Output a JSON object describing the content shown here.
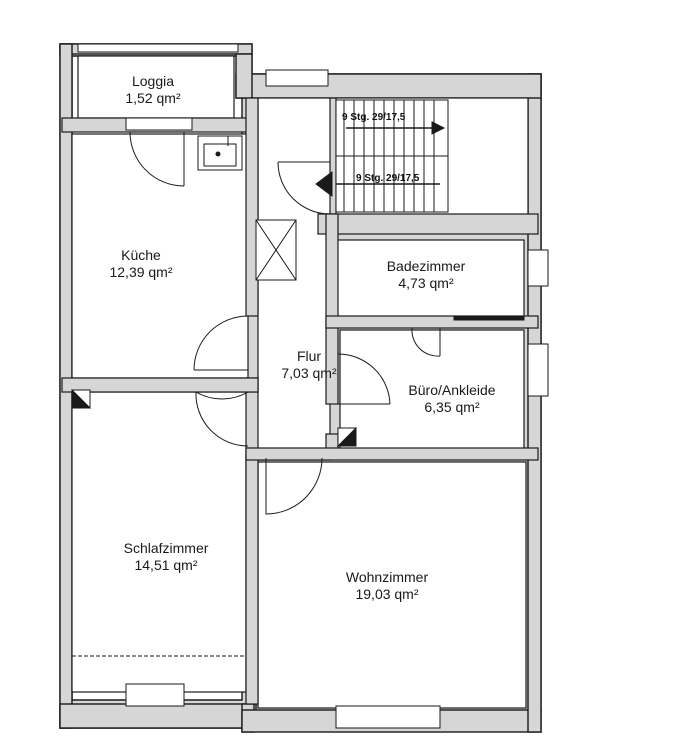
{
  "rooms": {
    "loggia": {
      "name": "Loggia",
      "area": "1,52 qm²"
    },
    "kueche": {
      "name": "Küche",
      "area": "12,39 qm²"
    },
    "badezimmer": {
      "name": "Badezimmer",
      "area": "4,73 qm²"
    },
    "flur": {
      "name": "Flur",
      "area": "7,03 qm²"
    },
    "buero": {
      "name": "Büro/Ankleide",
      "area": "6,35 qm²"
    },
    "schlafzimmer": {
      "name": "Schlafzimmer",
      "area": "14,51 qm²"
    },
    "wohnzimmer": {
      "name": "Wohnzimmer",
      "area": "19,03 qm²"
    }
  },
  "stairs": {
    "upper": "9 Stg. 29/17,5",
    "lower": "9 Stg. 29/17,5"
  },
  "colors": {
    "wall": "#d6d6d6",
    "line": "#1a1a1a"
  }
}
